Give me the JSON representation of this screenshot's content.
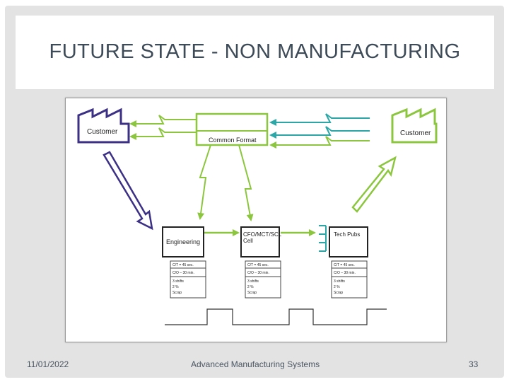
{
  "slide": {
    "title": "FUTURE STATE - NON MANUFACTURING",
    "footer_date": "11/01/2022",
    "footer_center": "Advanced Manufacturing Systems",
    "page_number": "33"
  },
  "diagram": {
    "customer_left_label": "Customer",
    "customer_right_label": "Customer",
    "center_label": "Common Format",
    "processes": [
      {
        "name": "Engineering",
        "rows": [
          "C/T = 45 sec.",
          "C/O – 30 min.",
          "3 shifts",
          "2 %",
          "Scrap"
        ]
      },
      {
        "name": "CFO/MCT/SCL",
        "name_line2": "Cell",
        "rows": [
          "C/T = 45 sec.",
          "C/O – 30 min.",
          "3 shifts",
          "2 %",
          "Scrap"
        ]
      },
      {
        "name": "Tech Pubs",
        "rows": [
          "C/T = 45 sec.",
          "C/O – 30 min.",
          "3 shifts",
          "2 %",
          "Scrap"
        ]
      }
    ],
    "colors": {
      "green": "#8cc63f",
      "teal": "#2aa7a6",
      "navy": "#3b2f86",
      "customer_right": "#7ab648"
    }
  }
}
